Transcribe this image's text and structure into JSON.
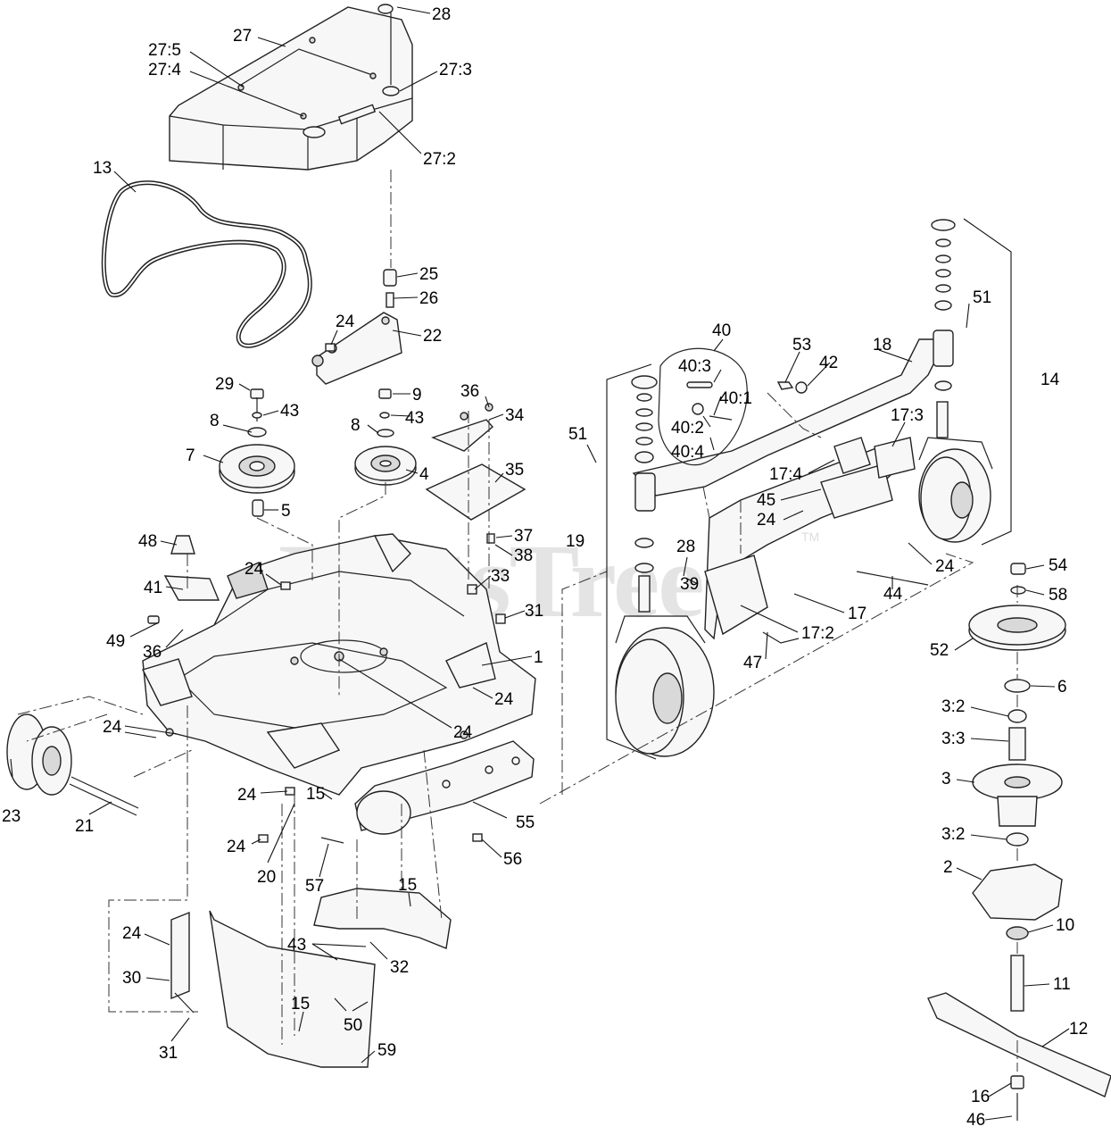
{
  "watermark": {
    "text": "PartsTree",
    "tm": "TM"
  },
  "callouts": [
    {
      "id": "c28a",
      "text": "28"
    },
    {
      "id": "c27",
      "text": "27"
    },
    {
      "id": "c27-5",
      "text": "27:5"
    },
    {
      "id": "c27-4",
      "text": "27:4"
    },
    {
      "id": "c27-3",
      "text": "27:3"
    },
    {
      "id": "c27-2",
      "text": "27:2"
    },
    {
      "id": "c13",
      "text": "13"
    },
    {
      "id": "c25",
      "text": "25"
    },
    {
      "id": "c26",
      "text": "26"
    },
    {
      "id": "c24a",
      "text": "24"
    },
    {
      "id": "c22",
      "text": "22"
    },
    {
      "id": "c29",
      "text": "29"
    },
    {
      "id": "c43a",
      "text": "43"
    },
    {
      "id": "c9",
      "text": "9"
    },
    {
      "id": "c43b",
      "text": "43"
    },
    {
      "id": "c36a",
      "text": "36"
    },
    {
      "id": "c34",
      "text": "34"
    },
    {
      "id": "c8a",
      "text": "8"
    },
    {
      "id": "c8b",
      "text": "8"
    },
    {
      "id": "c7",
      "text": "7"
    },
    {
      "id": "c4",
      "text": "4"
    },
    {
      "id": "c35",
      "text": "35"
    },
    {
      "id": "c5",
      "text": "5"
    },
    {
      "id": "c37",
      "text": "37"
    },
    {
      "id": "c38",
      "text": "38"
    },
    {
      "id": "c48",
      "text": "48"
    },
    {
      "id": "c24b",
      "text": "24"
    },
    {
      "id": "c33",
      "text": "33"
    },
    {
      "id": "c41",
      "text": "41"
    },
    {
      "id": "c31a",
      "text": "31"
    },
    {
      "id": "c49",
      "text": "49"
    },
    {
      "id": "c36b",
      "text": "36"
    },
    {
      "id": "c1",
      "text": "1"
    },
    {
      "id": "c24c",
      "text": "24"
    },
    {
      "id": "c24d",
      "text": "24"
    },
    {
      "id": "c24e",
      "text": "24"
    },
    {
      "id": "c23",
      "text": "23"
    },
    {
      "id": "c21",
      "text": "21"
    },
    {
      "id": "c24f",
      "text": "24"
    },
    {
      "id": "c15a",
      "text": "15"
    },
    {
      "id": "c55",
      "text": "55"
    },
    {
      "id": "c24g",
      "text": "24"
    },
    {
      "id": "c20",
      "text": "20"
    },
    {
      "id": "c57",
      "text": "57"
    },
    {
      "id": "c56",
      "text": "56"
    },
    {
      "id": "c15b",
      "text": "15"
    },
    {
      "id": "c24h",
      "text": "24"
    },
    {
      "id": "c43c",
      "text": "43"
    },
    {
      "id": "c32",
      "text": "32"
    },
    {
      "id": "c30",
      "text": "30"
    },
    {
      "id": "c15c",
      "text": "15"
    },
    {
      "id": "c50",
      "text": "50"
    },
    {
      "id": "c31b",
      "text": "31"
    },
    {
      "id": "c59",
      "text": "59"
    },
    {
      "id": "c40",
      "text": "40"
    },
    {
      "id": "c40-3",
      "text": "40:3"
    },
    {
      "id": "c40-1",
      "text": "40:1"
    },
    {
      "id": "c40-2",
      "text": "40:2"
    },
    {
      "id": "c40-4",
      "text": "40:4"
    },
    {
      "id": "c53",
      "text": "53"
    },
    {
      "id": "c42",
      "text": "42"
    },
    {
      "id": "c18",
      "text": "18"
    },
    {
      "id": "c51a",
      "text": "51"
    },
    {
      "id": "c14",
      "text": "14"
    },
    {
      "id": "c51b",
      "text": "51"
    },
    {
      "id": "c17-3",
      "text": "17:3"
    },
    {
      "id": "c17-4",
      "text": "17:4"
    },
    {
      "id": "c45",
      "text": "45"
    },
    {
      "id": "c24i",
      "text": "24"
    },
    {
      "id": "c19",
      "text": "19"
    },
    {
      "id": "c28b",
      "text": "28"
    },
    {
      "id": "c24j",
      "text": "24"
    },
    {
      "id": "c39",
      "text": "39"
    },
    {
      "id": "c44",
      "text": "44"
    },
    {
      "id": "c17",
      "text": "17"
    },
    {
      "id": "c17-2",
      "text": "17:2"
    },
    {
      "id": "c47",
      "text": "47"
    },
    {
      "id": "c54",
      "text": "54"
    },
    {
      "id": "c58",
      "text": "58"
    },
    {
      "id": "c52",
      "text": "52"
    },
    {
      "id": "c6",
      "text": "6"
    },
    {
      "id": "c3-2a",
      "text": "3:2"
    },
    {
      "id": "c3-3",
      "text": "3:3"
    },
    {
      "id": "c3",
      "text": "3"
    },
    {
      "id": "c3-2b",
      "text": "3:2"
    },
    {
      "id": "c2",
      "text": "2"
    },
    {
      "id": "c10",
      "text": "10"
    },
    {
      "id": "c11",
      "text": "11"
    },
    {
      "id": "c12",
      "text": "12"
    },
    {
      "id": "c16",
      "text": "16"
    },
    {
      "id": "c46",
      "text": "46"
    }
  ]
}
